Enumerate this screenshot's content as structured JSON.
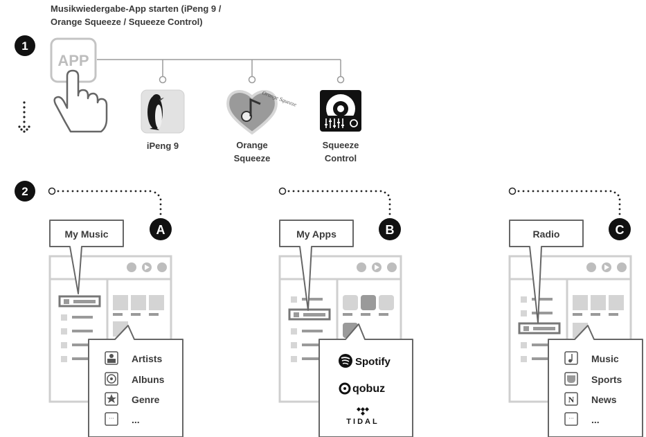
{
  "header": {
    "line1": "Musikwiedergabe-App starten (iPeng 9 /",
    "line2": "Orange Squeeze / Squeeze Control)"
  },
  "step1": {
    "number": "1",
    "app_icon_label": "APP"
  },
  "apps": [
    {
      "icon": "penguin-icon",
      "label_lines": [
        "iPeng 9"
      ]
    },
    {
      "icon": "orange-heart-icon",
      "label_lines": [
        "Orange",
        "Squeeze"
      ],
      "badge_text": "Orange Squeeze"
    },
    {
      "icon": "squeeze-control-icon",
      "label_lines": [
        "Squeeze",
        "Control"
      ]
    }
  ],
  "step2": {
    "number": "2"
  },
  "panels": [
    {
      "letter": "A",
      "callout": "My Music",
      "popup_items": [
        {
          "icon": "person-icon",
          "label": "Artists"
        },
        {
          "icon": "disc-icon",
          "label": "Albuns"
        },
        {
          "icon": "star-icon",
          "label": "Genre"
        },
        {
          "icon": "dots-icon",
          "label": "..."
        }
      ]
    },
    {
      "letter": "B",
      "callout": "My Apps",
      "logos": [
        {
          "icon": "spotify-icon",
          "label": "Spotify"
        },
        {
          "icon": "qobuz-icon",
          "label": "qobuz"
        },
        {
          "icon": "tidal-icon",
          "label": "TIDAL"
        }
      ]
    },
    {
      "letter": "C",
      "callout": "Radio",
      "popup_items": [
        {
          "icon": "music-note-icon",
          "label": "Music"
        },
        {
          "icon": "sports-icon",
          "label": "Sports"
        },
        {
          "icon": "news-icon",
          "label": "News",
          "glyph": "N"
        },
        {
          "icon": "dots-icon",
          "label": "..."
        }
      ]
    }
  ],
  "colors": {
    "dark": "#1a1a1a",
    "gray": "#8a8a8a",
    "light_gray": "#d0d0d0",
    "pale": "#e6e6e6"
  }
}
